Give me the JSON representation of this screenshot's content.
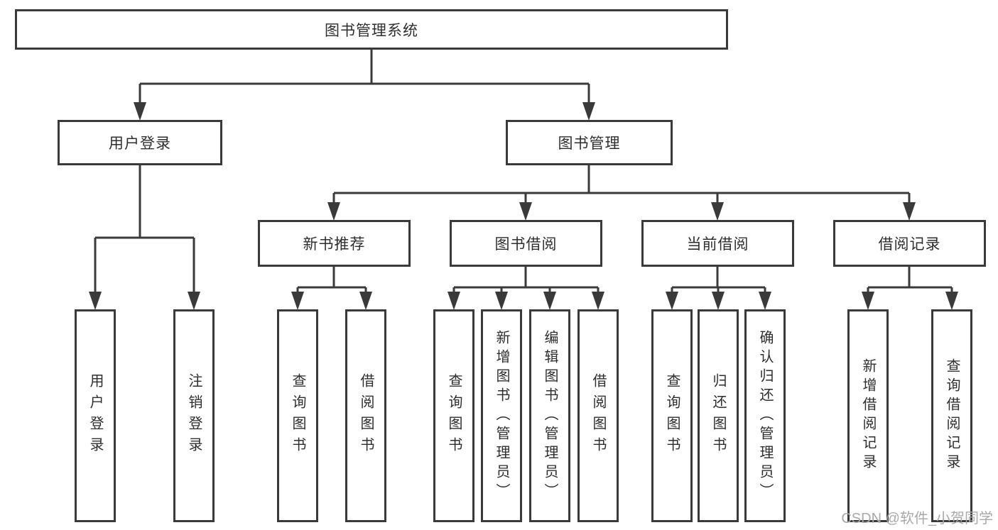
{
  "diagram": {
    "root": {
      "label": "图书管理系统"
    },
    "level2": [
      {
        "label": "用户登录"
      },
      {
        "label": "图书管理"
      }
    ],
    "level3": [
      {
        "label": "新书推荐"
      },
      {
        "label": "图书借阅"
      },
      {
        "label": "当前借阅"
      },
      {
        "label": "借阅记录"
      }
    ],
    "leaves": {
      "user_login": [
        {
          "label": "用户登录"
        },
        {
          "label": "注销登录"
        }
      ],
      "new_book": [
        {
          "label": "查询图书"
        },
        {
          "label": "借阅图书"
        }
      ],
      "book_borrow": [
        {
          "label": "查询图书"
        },
        {
          "label": "新增图书（管理员）"
        },
        {
          "label": "编辑图书（管理员）"
        },
        {
          "label": "借阅图书"
        }
      ],
      "current_borrow": [
        {
          "label": "查询图书"
        },
        {
          "label": "归还图书"
        },
        {
          "label": "确认归还（管理员）"
        }
      ],
      "borrow_record": [
        {
          "label": "新增借阅记录"
        },
        {
          "label": "查询借阅记录"
        }
      ]
    }
  },
  "watermark": {
    "text": "CSDN @软件_小贺同学"
  },
  "colors": {
    "line": "#3a3a3a",
    "box_border": "#3a3a3a",
    "box_fill": "#ffffff",
    "text": "#2e2e2e",
    "watermark": "#a9a9a9",
    "background": "#ffffff"
  }
}
